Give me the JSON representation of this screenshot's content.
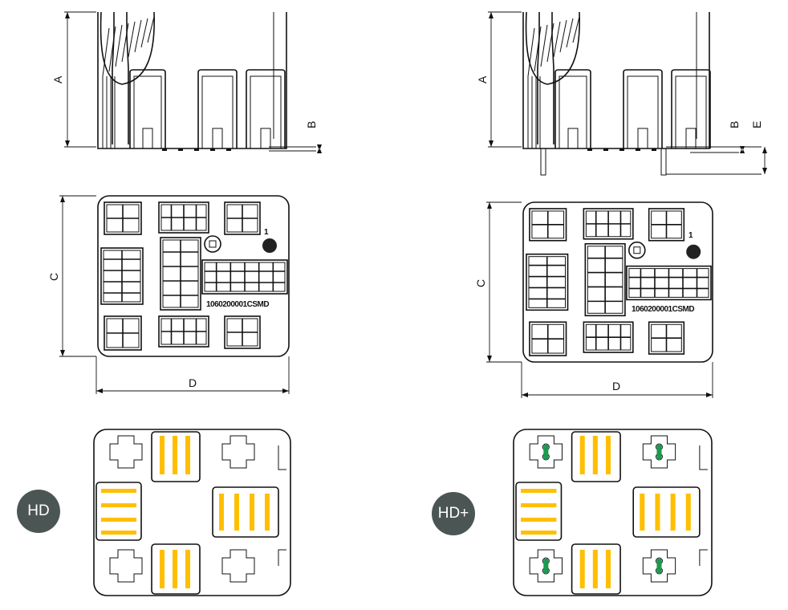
{
  "dimensions": {
    "a": "A",
    "b": "B",
    "c": "C",
    "d": "D",
    "e": "E"
  },
  "top_view": {
    "part_number": "1060200001CSMD",
    "pin_one_marker": "1"
  },
  "variants": [
    {
      "badge": "HD"
    },
    {
      "badge": "HD+"
    }
  ],
  "colors": {
    "contact_pad": "#FFBF00",
    "coding_pad": "#1A9A50",
    "badge_bg": "#4B5654",
    "line": "#111111"
  }
}
